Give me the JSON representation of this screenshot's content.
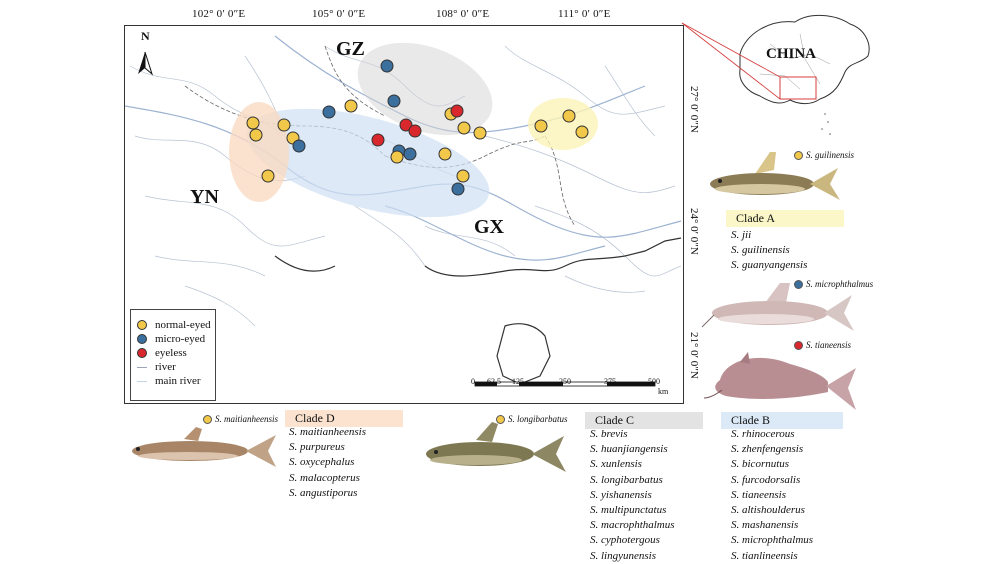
{
  "axes": {
    "longitudes": [
      "102° 0′ 0″E",
      "105° 0′ 0″E",
      "108° 0′ 0″E",
      "111° 0′ 0″E"
    ],
    "latitudes": [
      "27° 0′ 0″N",
      "24° 0′ 0″N",
      "21° 0′ 0″N"
    ]
  },
  "regions": {
    "gz": "GZ",
    "yn": "YN",
    "gx": "GX",
    "china": "CHINA"
  },
  "north_label": "N",
  "legend": {
    "items": [
      {
        "label": "normal-eyed",
        "color": "#f2c84b"
      },
      {
        "label": "micro-eyed",
        "color": "#3b6f9e"
      },
      {
        "label": "eyeless",
        "color": "#d9272e"
      },
      {
        "label": "river",
        "color": "#9aa6b6"
      },
      {
        "label": "main river",
        "color": "#c4d2e6"
      }
    ]
  },
  "scale_bar": {
    "ticks": [
      "0",
      "62.5",
      "125",
      "250",
      "375",
      "500"
    ],
    "unit": "km"
  },
  "fish_labels": {
    "guilinensis": "S. guilinensis",
    "microphthalmus": "S. microphthalmus",
    "tianeensis": "S. tianeensis",
    "maitianheensis": "S. maitianheensis",
    "longibarbatus": "S. longibarbatus"
  },
  "clades": {
    "a": {
      "title": "Clade A",
      "color": "#fbf7c8",
      "species": [
        "S. jii",
        "S. guilinensis",
        "S. guanyangensis"
      ]
    },
    "b": {
      "title": "Clade B",
      "color": "#dce9f7",
      "species": [
        "S. rhinocerous",
        "S. zhenfengensis",
        "S. bicornutus",
        "S. furcodorsalis",
        "S. tianeensis",
        "S. altishoulderus",
        "S. mashanensis",
        "S. microphthalmus",
        "S. tianlineensis"
      ]
    },
    "c": {
      "title": "Clade C",
      "color": "#e3e3e3",
      "species": [
        "S. brevis",
        "S. huanjiangensis",
        "S. xunlensis",
        "S. longibarbatus",
        "S. yishanensis",
        "S. multipunctatus",
        "S. macrophthalmus",
        "S. cyphotergous",
        "S. lingyunensis"
      ]
    },
    "d": {
      "title": "Clade D",
      "color": "#fbe3cf",
      "species": [
        "S. maitianheensis",
        "S. purpureus",
        "S. oxycephalus",
        "S. malacopterus",
        "S. angustiporus"
      ]
    }
  },
  "colors": {
    "normal": "#f2c84b",
    "micro": "#3b6f9e",
    "eyeless": "#d9272e"
  }
}
